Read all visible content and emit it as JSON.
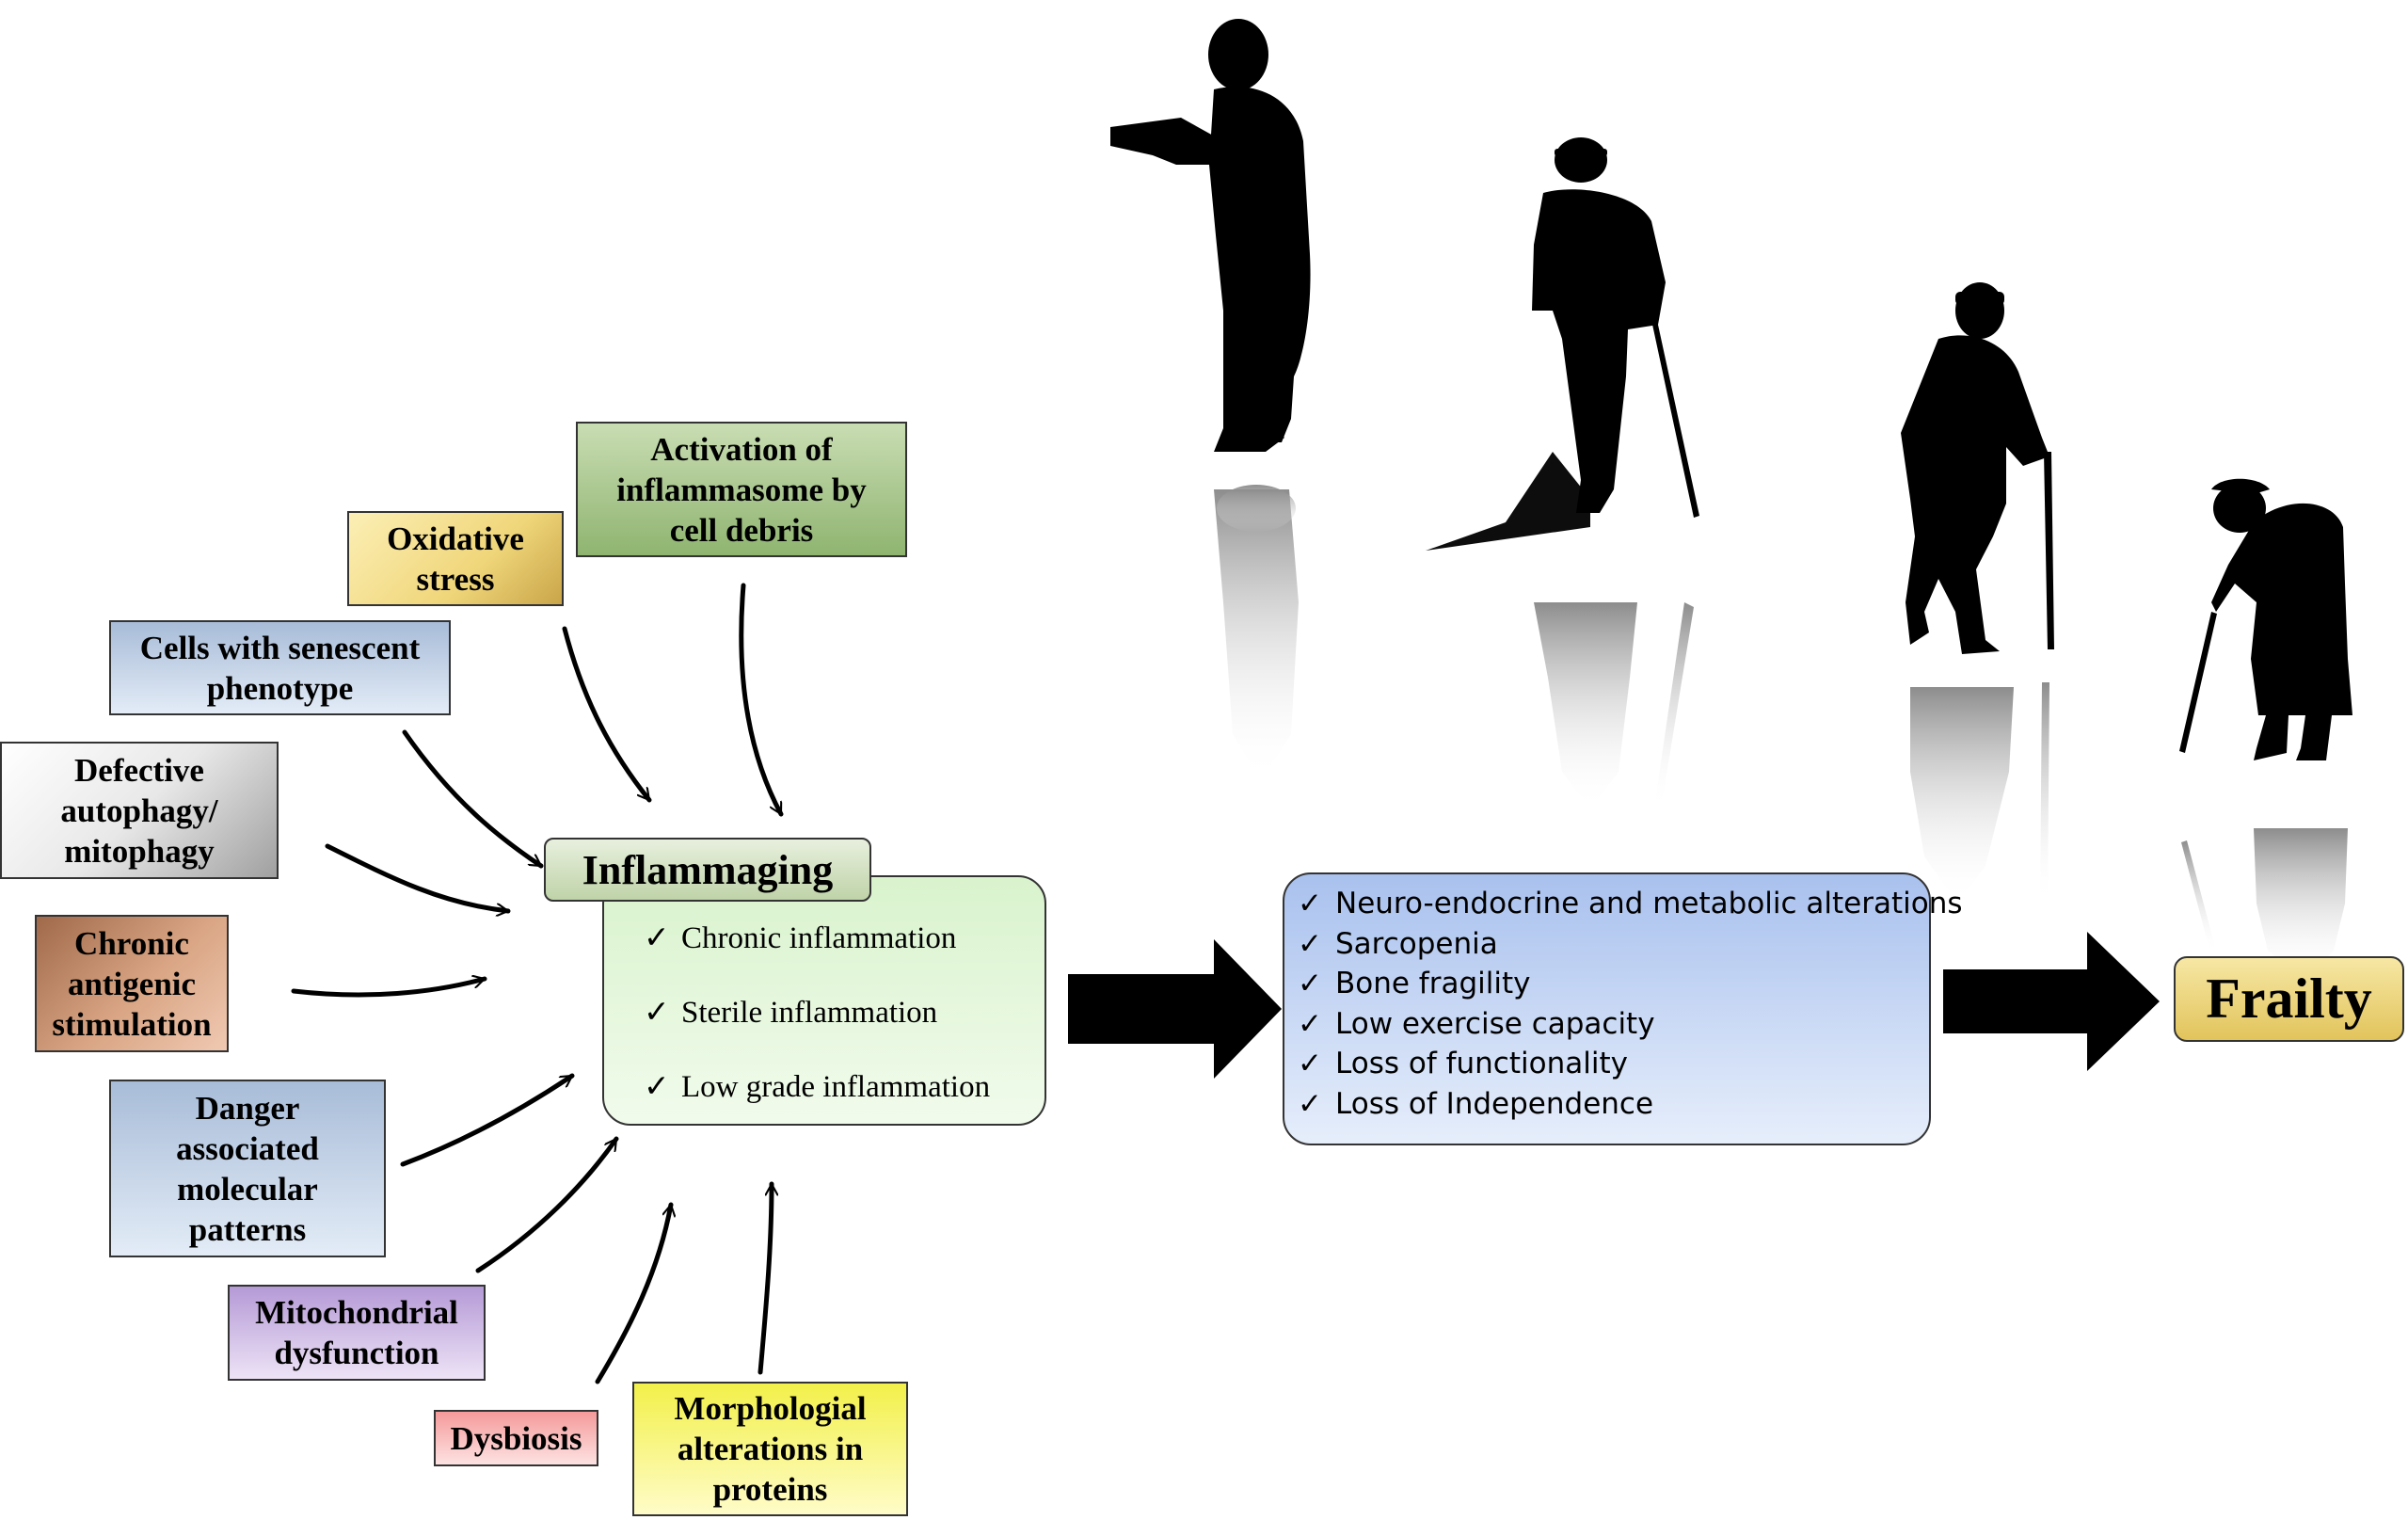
{
  "causes": [
    {
      "id": "activation",
      "lines": [
        "Activation of",
        "inflammasome by",
        "cell debris"
      ],
      "color_top": "#c9ddb3",
      "color_bottom": "#8fb470"
    },
    {
      "id": "oxidative",
      "lines": [
        "Oxidative",
        "stress"
      ],
      "color_top": "#fbeaa5",
      "color_bottom": "#e0c260"
    },
    {
      "id": "senescent",
      "lines": [
        "Cells with senescent",
        "phenotype"
      ],
      "color_top": "#a8bcd8",
      "color_bottom": "#e3ecf7"
    },
    {
      "id": "autophagy",
      "lines": [
        "Defective",
        "autophagy/",
        "mitophagy"
      ],
      "color_top": "#ffffff",
      "color_bottom": "#a9a9a9"
    },
    {
      "id": "chronic-antigenic",
      "lines": [
        "Chronic",
        "antigenic",
        "stimulation"
      ],
      "color_top": "#a97050",
      "color_bottom": "#e8b99c"
    },
    {
      "id": "damps",
      "lines": [
        "Danger",
        "associated",
        "molecular",
        "patterns"
      ],
      "color_top": "#a8bcd8",
      "color_bottom": "#e3ecf7"
    },
    {
      "id": "mitochondrial",
      "lines": [
        "Mitochondrial",
        "dysfunction"
      ],
      "color_top": "#b59ad6",
      "color_bottom": "#ede3f6"
    },
    {
      "id": "dysbiosis",
      "lines": [
        "Dysbiosis"
      ],
      "color_top": "#f59a9a",
      "color_bottom": "#fde2e2"
    },
    {
      "id": "morphological",
      "lines": [
        "Morphologial",
        "alterations in",
        "proteins"
      ],
      "color_top": "#f2f04a",
      "color_bottom": "#fffcc8"
    }
  ],
  "inflammaging": {
    "title": "Inflammaging",
    "items": [
      "Chronic inflammation",
      "Sterile inflammation",
      "Low grade inflammation"
    ]
  },
  "effects": {
    "items": [
      "Neuro-endocrine and metabolic alterations",
      "Sarcopenia",
      "Bone fragility",
      "Low exercise capacity",
      "Loss of functionality",
      "Loss of Independence"
    ]
  },
  "outcome": "Frailty",
  "check_symbol": "✓",
  "colors": {
    "outline": "#333333",
    "silhouette": "#000000",
    "reflection": "#8a8a8a",
    "big_arrow": "#000000"
  },
  "icons": [
    "elderly-reading-silhouette",
    "elderly-walking-cane-silhouette",
    "elderly-hat-cane-silhouette",
    "elderly-hunched-cane-silhouette"
  ]
}
